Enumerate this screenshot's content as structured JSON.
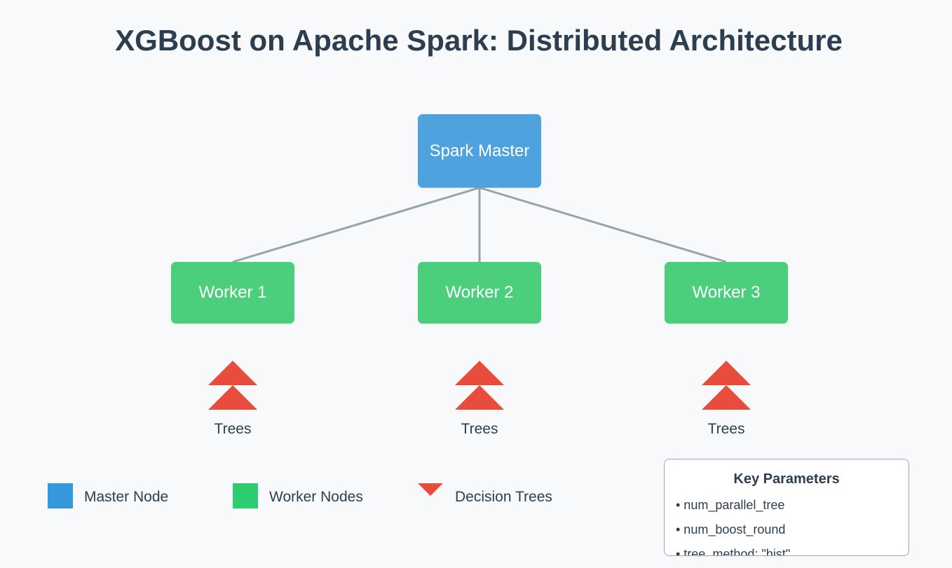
{
  "title": "XGBoost on Apache Spark: Distributed Architecture",
  "master": {
    "label": "Spark Master",
    "color": "#4ea3de"
  },
  "workers": [
    {
      "label": "Worker 1"
    },
    {
      "label": "Worker 2"
    },
    {
      "label": "Worker 3"
    }
  ],
  "worker_color": "#4ccf7d",
  "trees": [
    {
      "label": "Trees"
    },
    {
      "label": "Trees"
    },
    {
      "label": "Trees"
    }
  ],
  "tree_color": "#e74c3c",
  "connector_color": "#95a5a6",
  "legend": [
    {
      "label": "Master Node",
      "color": "#3498db",
      "shape": "square"
    },
    {
      "label": "Worker Nodes",
      "color": "#2ecc71",
      "shape": "square"
    },
    {
      "label": "Decision Trees",
      "color": "#e74c3c",
      "shape": "triangle"
    }
  ],
  "key_parameters": {
    "title": "Key Parameters",
    "items": [
      "• num_parallel_tree",
      "• num_boost_round",
      "• tree_method: \"hist\""
    ]
  }
}
